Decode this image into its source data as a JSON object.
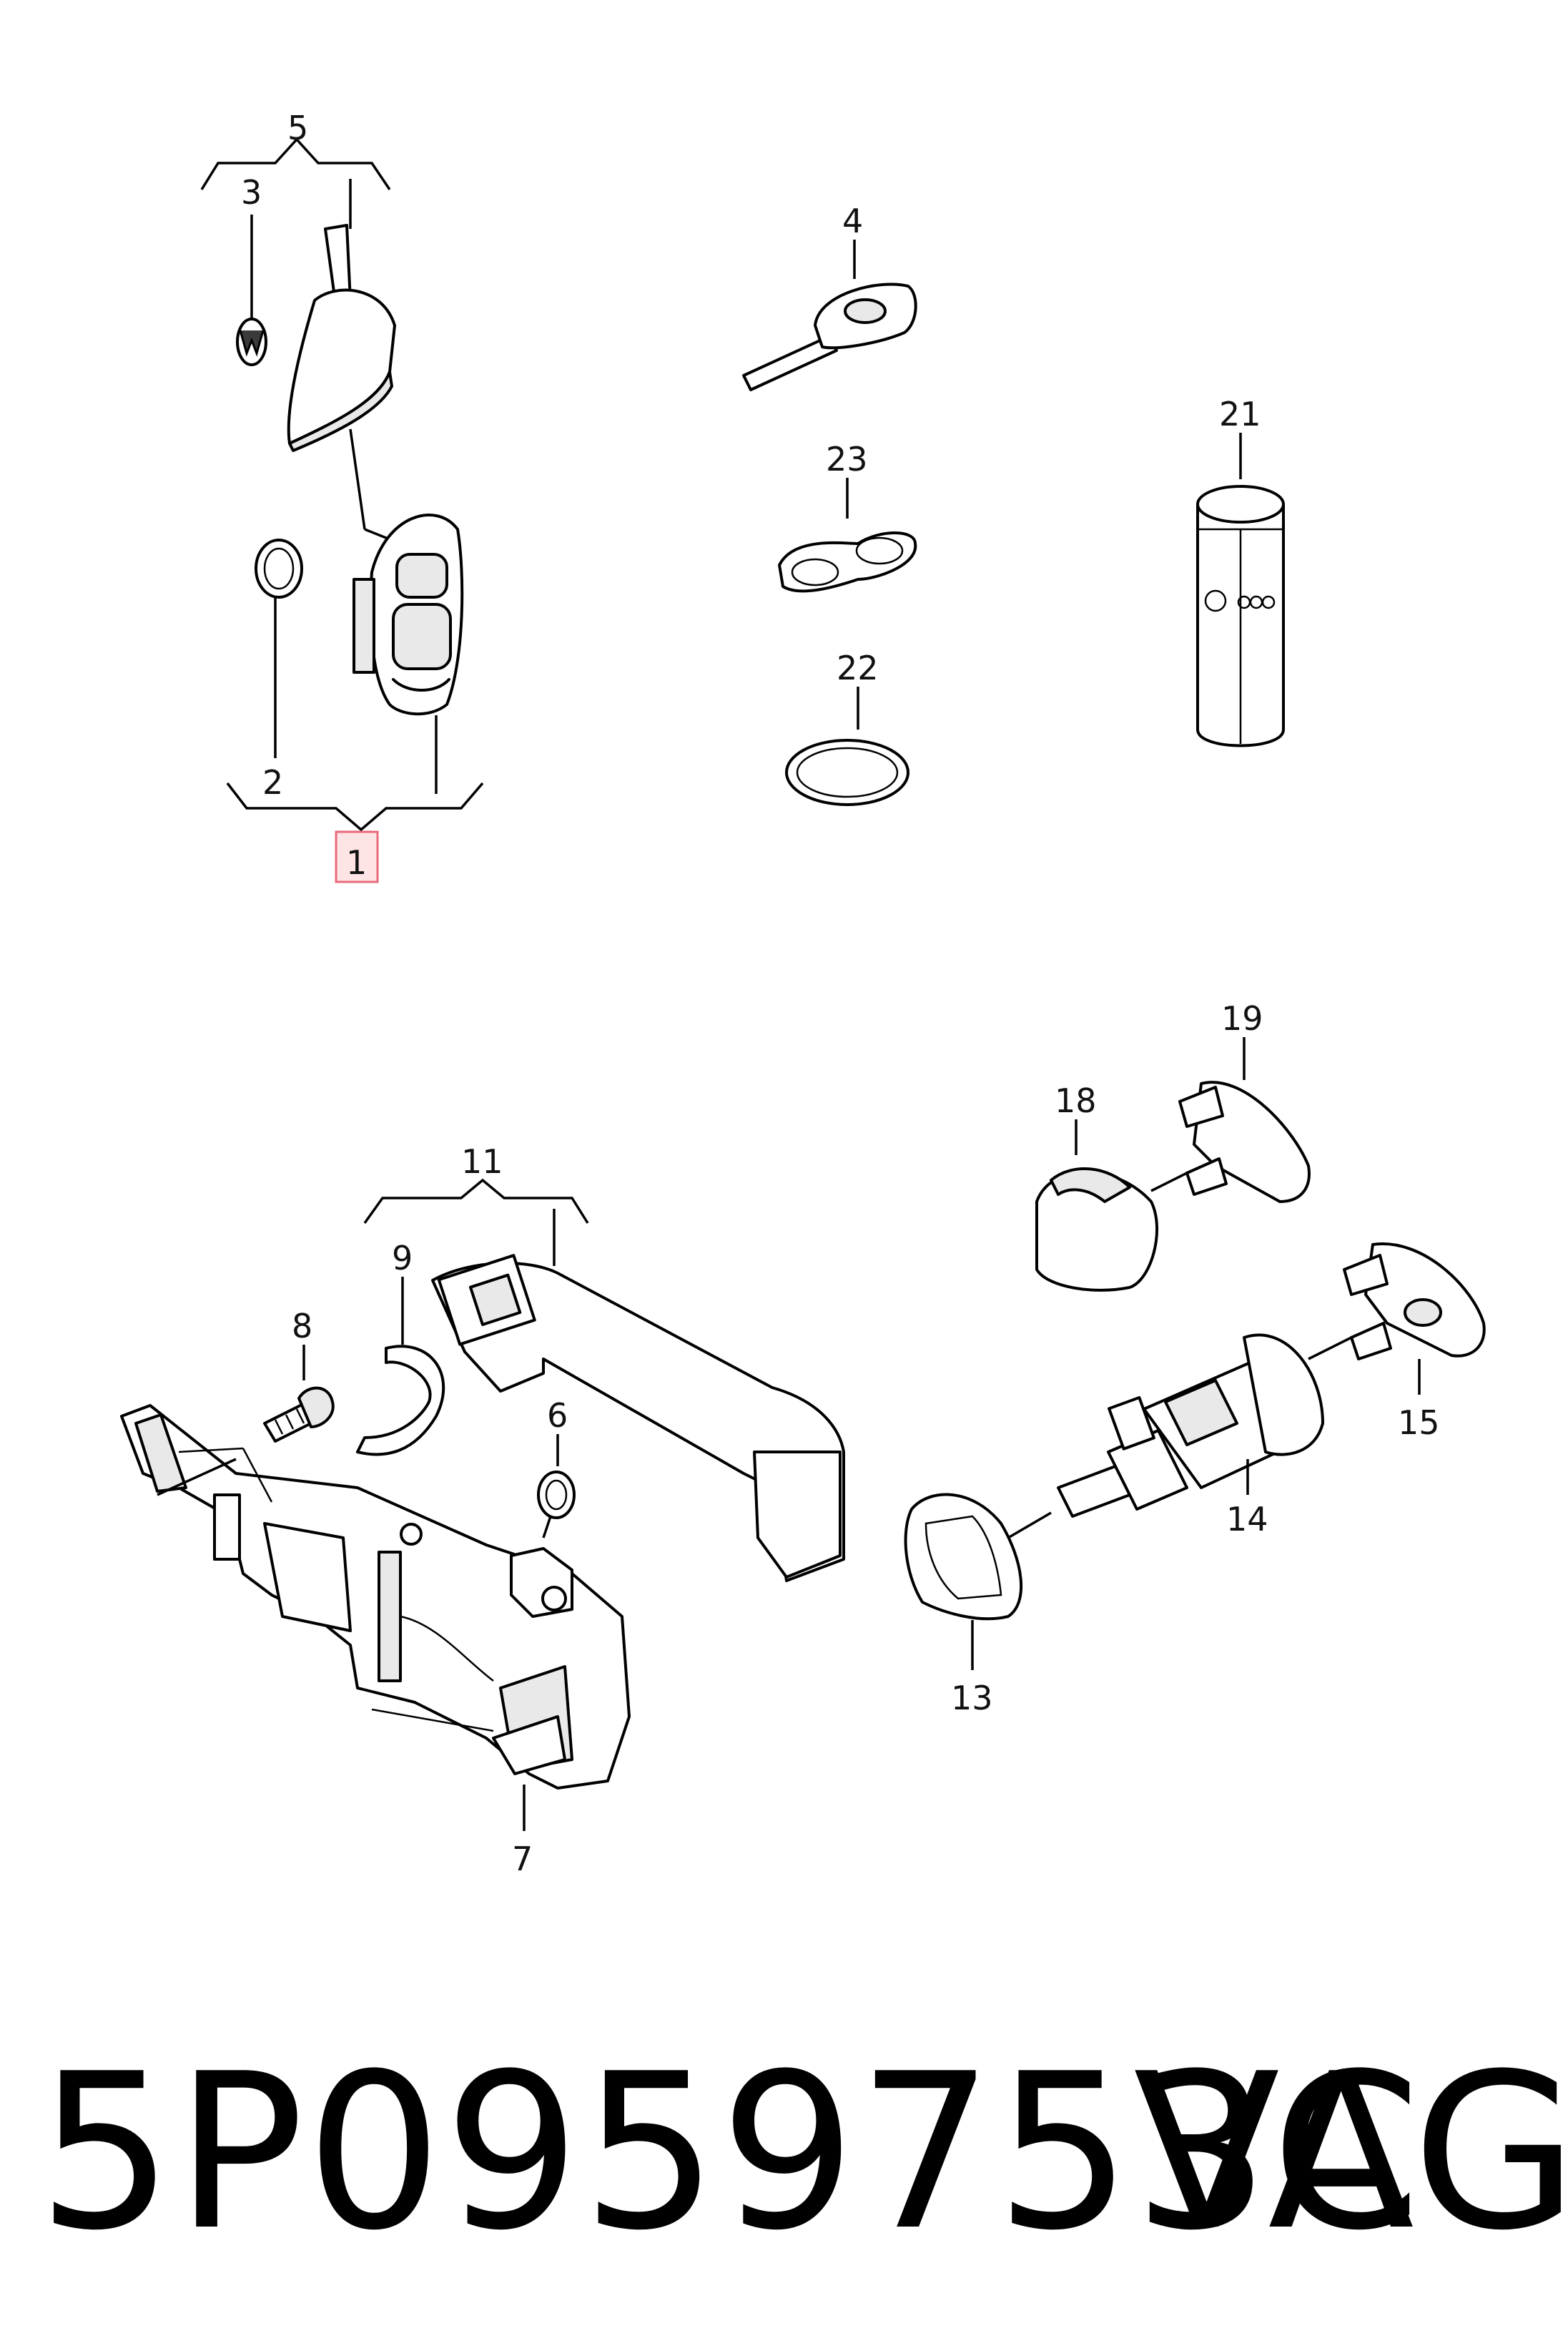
{
  "callouts": {
    "c1": "1",
    "c2": "2",
    "c3": "3",
    "c4": "4",
    "c5": "5",
    "c6": "6",
    "c7": "7",
    "c8": "8",
    "c9": "9",
    "c11": "11",
    "c13": "13",
    "c14": "14",
    "c15": "15",
    "c18": "18",
    "c19": "19",
    "c21": "21",
    "c22": "22",
    "c23": "23"
  },
  "highlighted_callout": "1",
  "colors": {
    "highlight_fill": "#ffe4e6",
    "highlight_border": "#e86a7a"
  },
  "caption": {
    "part_number": "5P0959753C",
    "brand": "VAG"
  }
}
